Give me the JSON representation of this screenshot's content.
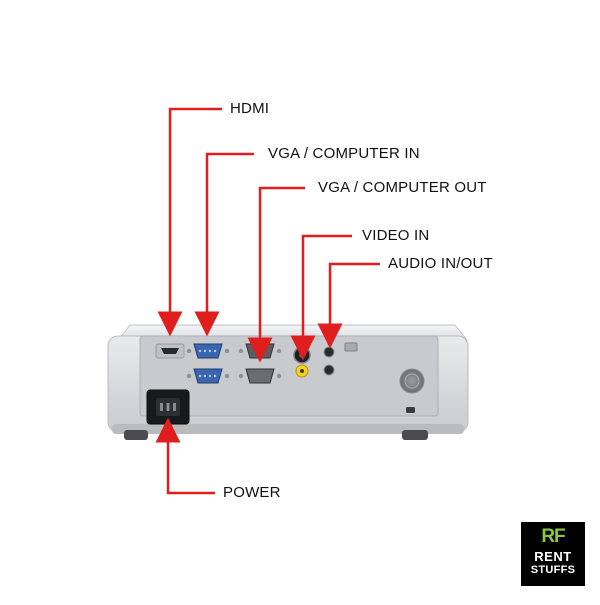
{
  "callouts": {
    "hdmi": "HDMI",
    "vga_in": "VGA / COMPUTER IN",
    "vga_out": "VGA / COMPUTER OUT",
    "video_in": "VIDEO IN",
    "audio": "AUDIO IN/OUT",
    "power": "POWER"
  },
  "logo": {
    "mark": "RF",
    "line1": "RENT",
    "line2": "STUFFS"
  },
  "colors": {
    "arrow": "#e01e1e",
    "body": "#d9dadc",
    "panel": "#c5c7ca",
    "vga_port": "#3a66b0",
    "logo_bg": "#000000",
    "logo_accent": "#8dc63f"
  }
}
